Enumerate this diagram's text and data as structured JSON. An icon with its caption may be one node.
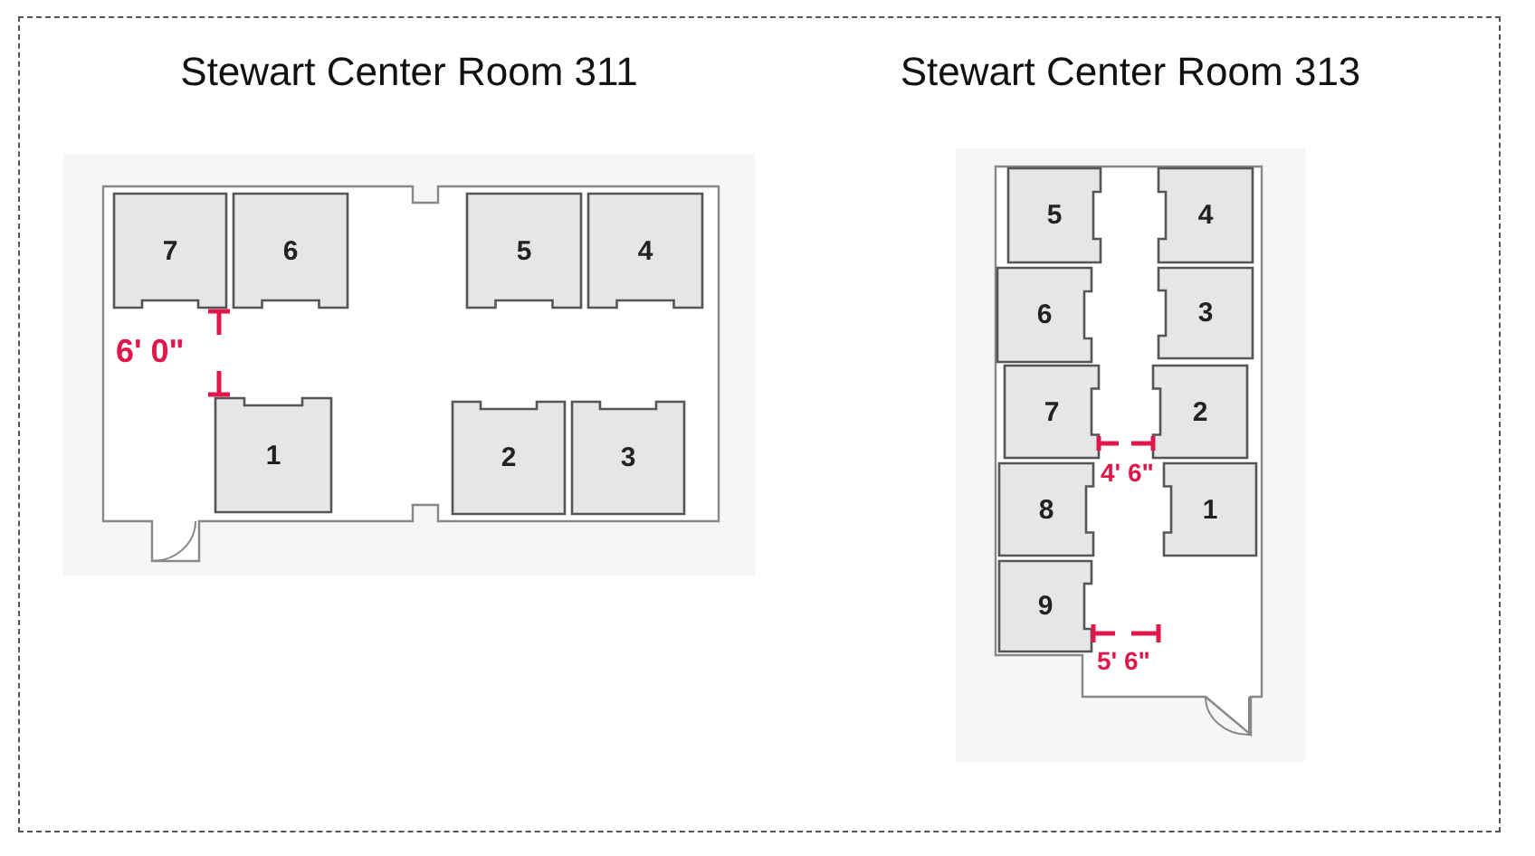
{
  "diagram": {
    "nodes": [
      {
        "text": [
          "Stewart Center Room 311"
        ]
      },
      {
        "text": [
          "7"
        ],
        "in": 0
      },
      {
        "text": [
          "6"
        ],
        "in": 0
      },
      {
        "text": [
          "5"
        ],
        "in": 0
      },
      {
        "text": [
          "4"
        ],
        "in": 0
      },
      {
        "text": [
          "1"
        ],
        "in": 0
      },
      {
        "text": [
          "2"
        ],
        "in": 0
      },
      {
        "text": [
          "3"
        ],
        "in": 0
      },
      {
        "text": [
          "Stewart Center Room 313"
        ]
      },
      {
        "text": [
          "5"
        ],
        "in": 8
      },
      {
        "text": [
          "4"
        ],
        "in": 8
      },
      {
        "text": [
          "6"
        ],
        "in": 8
      },
      {
        "text": [
          "3"
        ],
        "in": 8
      },
      {
        "text": [
          "7"
        ],
        "in": 8
      },
      {
        "text": [
          "2"
        ],
        "in": 8
      },
      {
        "text": [
          "8"
        ],
        "in": 8
      },
      {
        "text": [
          "1"
        ],
        "in": 8
      },
      {
        "text": [
          "9"
        ],
        "in": 8
      }
    ],
    "labels": [
      "6' 0\"",
      "4' 6\"",
      "5' 6\""
    ]
  }
}
